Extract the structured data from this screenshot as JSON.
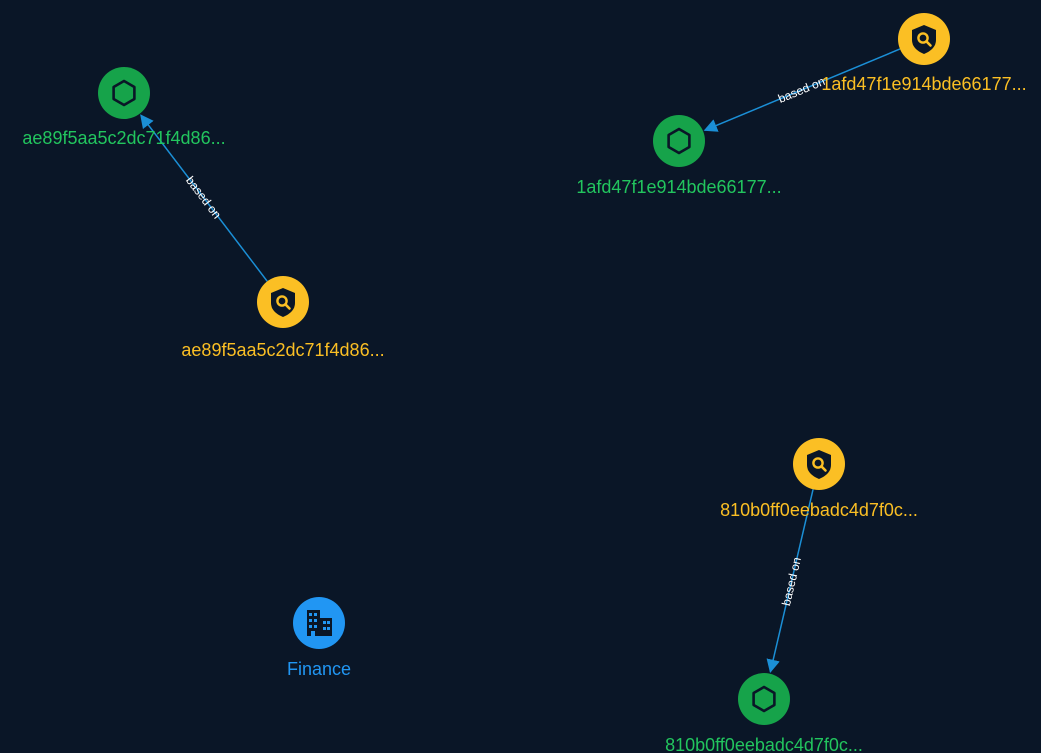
{
  "colors": {
    "background": "#0a1627",
    "indicator": "#fbbf24",
    "observable": "#16a34a",
    "observable_label": "#22c55e",
    "organization": "#2196f3",
    "edge": "#1b8fd6",
    "edge_label": "#ffffff"
  },
  "nodes": [
    {
      "id": "obs1",
      "kind": "observable",
      "icon": "hexagon-icon",
      "label": "ae89f5aa5c2dc71f4d86..."
    },
    {
      "id": "ind1",
      "kind": "indicator",
      "icon": "shield-search-icon",
      "label": "ae89f5aa5c2dc71f4d86..."
    },
    {
      "id": "ind2",
      "kind": "indicator",
      "icon": "shield-search-icon",
      "label": "1afd47f1e914bde66177..."
    },
    {
      "id": "obs2",
      "kind": "observable",
      "icon": "hexagon-icon",
      "label": "1afd47f1e914bde66177..."
    },
    {
      "id": "ind3",
      "kind": "indicator",
      "icon": "shield-search-icon",
      "label": "810b0ff0eebadc4d7f0c..."
    },
    {
      "id": "obs3",
      "kind": "observable",
      "icon": "hexagon-icon",
      "label": "810b0ff0eebadc4d7f0c..."
    },
    {
      "id": "org1",
      "kind": "organization",
      "icon": "building-icon",
      "label": "Finance"
    }
  ],
  "edges": [
    {
      "from": "ind1",
      "to": "obs1",
      "label": "based on"
    },
    {
      "from": "ind2",
      "to": "obs2",
      "label": "based on"
    },
    {
      "from": "ind3",
      "to": "obs3",
      "label": "based on"
    }
  ]
}
